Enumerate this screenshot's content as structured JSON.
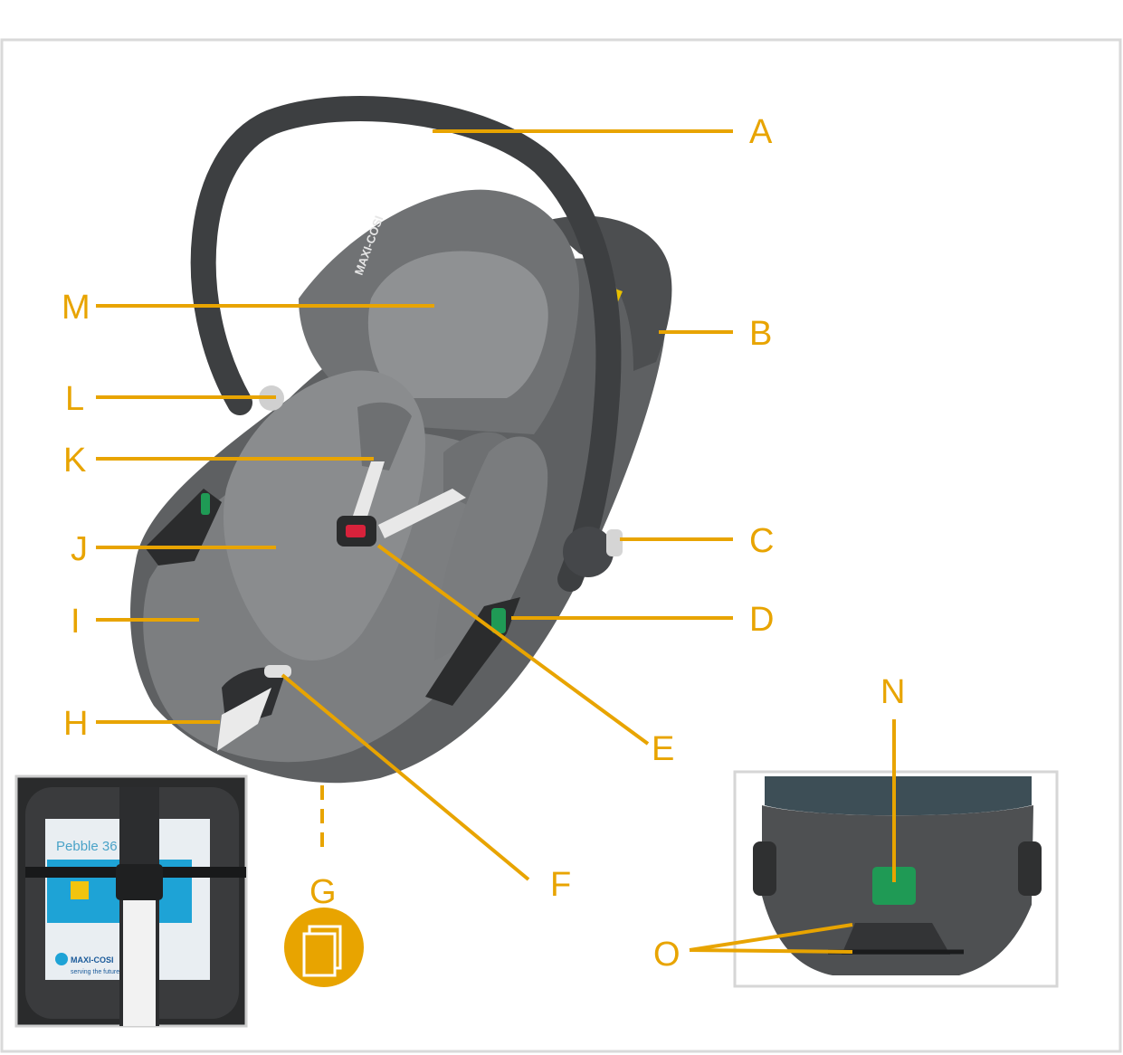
{
  "callouts": {
    "A": "A",
    "B": "B",
    "C": "C",
    "D": "D",
    "E": "E",
    "F": "F",
    "G": "G",
    "H": "H",
    "I": "I",
    "J": "J",
    "K": "K",
    "L": "L",
    "M": "M",
    "N": "N",
    "O": "O"
  },
  "brand_text": "MAXI-COSI",
  "inset_left": {
    "card_title": "Pebble 36",
    "brand_text": "MAXI-COSI",
    "brand_tagline": "serving the future"
  },
  "colors": {
    "accent": "#e8a400",
    "frame": "#d9d9d9",
    "seat_dark": "#5a5c5e",
    "seat_light": "#8a8c8e",
    "handle": "#3d3f41",
    "buckle_red": "#d8223b",
    "indicator_green": "#1f9a55"
  }
}
